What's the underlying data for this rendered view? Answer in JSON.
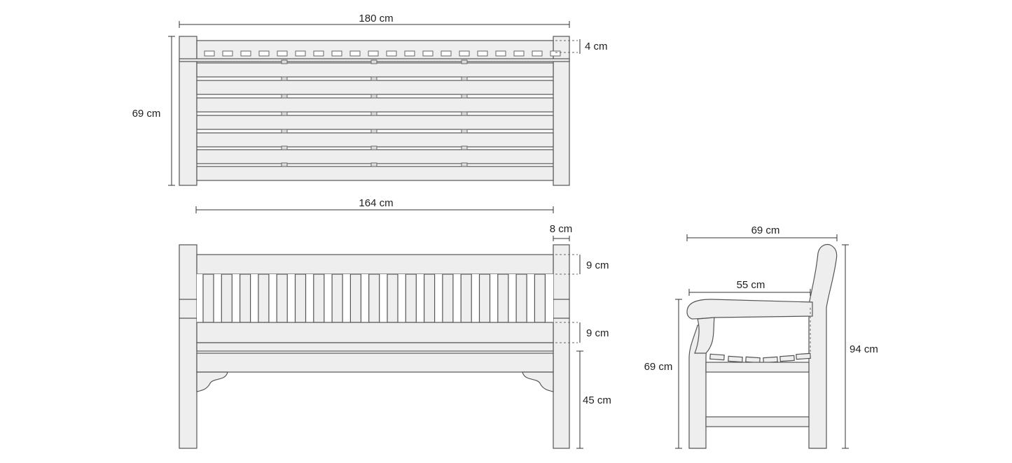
{
  "top_view": {
    "width_label": "180 cm",
    "depth_label": "69 cm",
    "armrest_label": "4 cm"
  },
  "front_view": {
    "seat_width_label": "164 cm",
    "leg_label": "8 cm",
    "top_rail_label": "9 cm",
    "bottom_rail_label": "9 cm",
    "seat_height_label": "45 cm"
  },
  "side_view": {
    "depth_label": "69 cm",
    "seat_depth_label": "55 cm",
    "arm_height_label": "69 cm",
    "total_height_label": "94 cm"
  },
  "colors": {
    "wood": "#eeeeee",
    "line": "#555555"
  }
}
